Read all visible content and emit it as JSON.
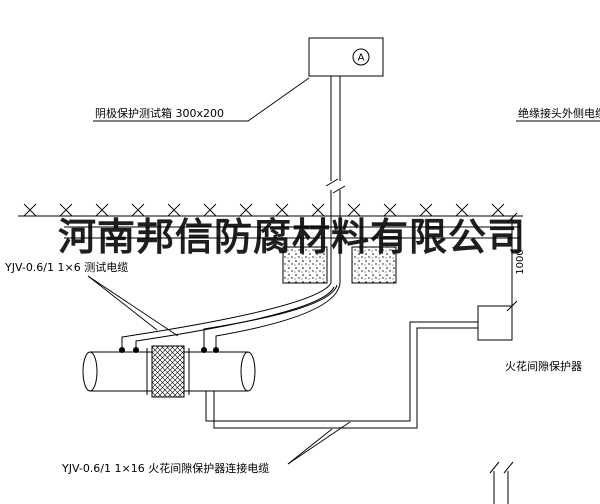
{
  "watermark": "河南邦信防腐材料有限公司",
  "labels": {
    "test_box": "阴极保护测试箱 300x200",
    "insulation_cable": "绝缘接头外侧电缆",
    "test_cable": "YJV-0.6/1 1×6  测试电缆",
    "connection_cable": "YJV-0.6/1 1×16  火花间隙保护器连接电缆",
    "spark_protector": "火花间隙保护器",
    "ammeter": "A",
    "dimension_1000": "1000"
  },
  "colors": {
    "line": "#000000",
    "paper": "#ffffff",
    "watermark": "#101010"
  }
}
